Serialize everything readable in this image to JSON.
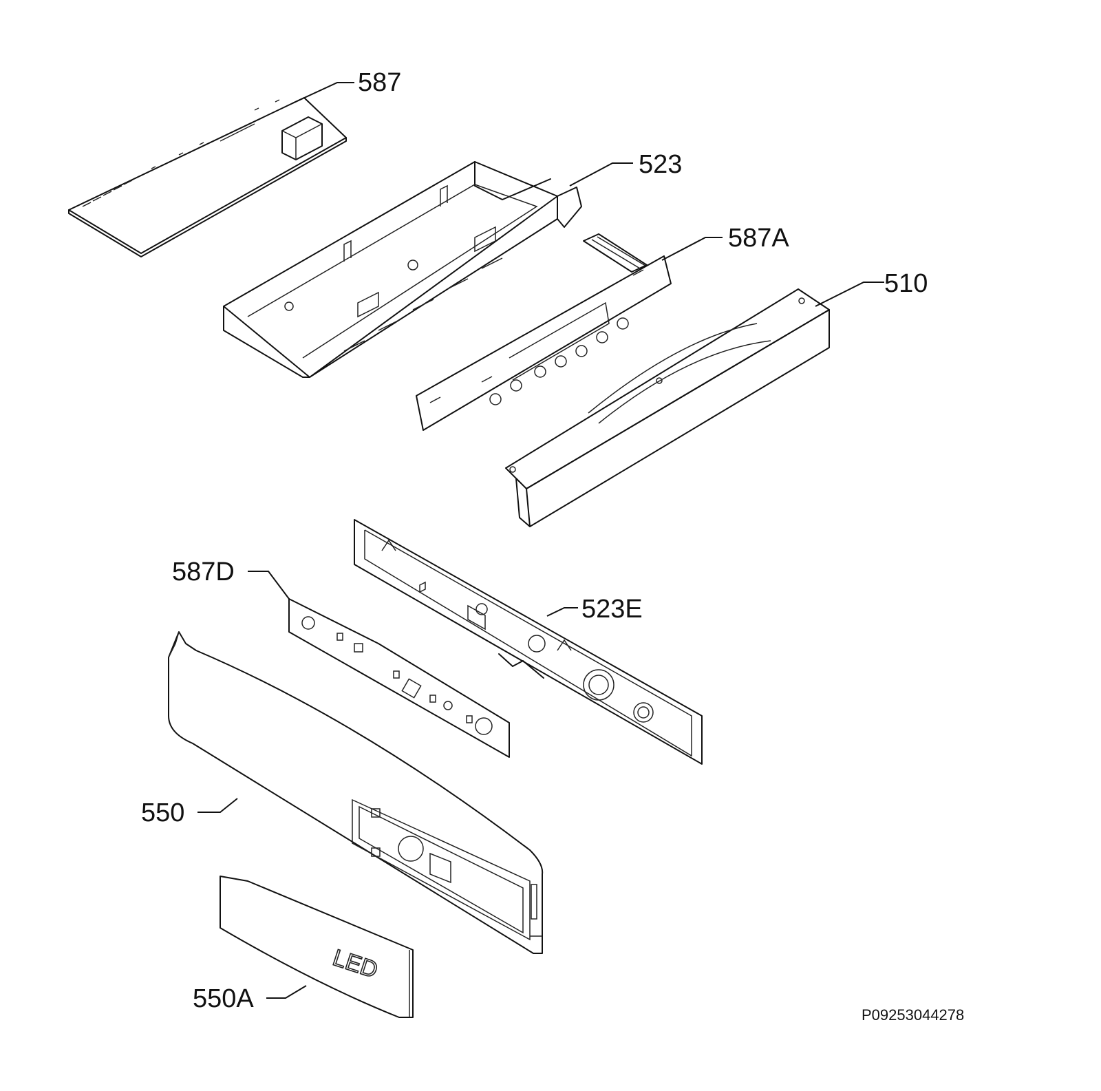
{
  "diagram": {
    "reference_code": "P09253044278",
    "parts": [
      {
        "id": "587",
        "label": "587"
      },
      {
        "id": "523",
        "label": "523"
      },
      {
        "id": "587A",
        "label": "587A"
      },
      {
        "id": "510",
        "label": "510"
      },
      {
        "id": "587D",
        "label": "587D"
      },
      {
        "id": "523E",
        "label": "523E"
      },
      {
        "id": "550",
        "label": "550"
      },
      {
        "id": "550A",
        "label": "550A",
        "imprint": "LED"
      }
    ]
  }
}
